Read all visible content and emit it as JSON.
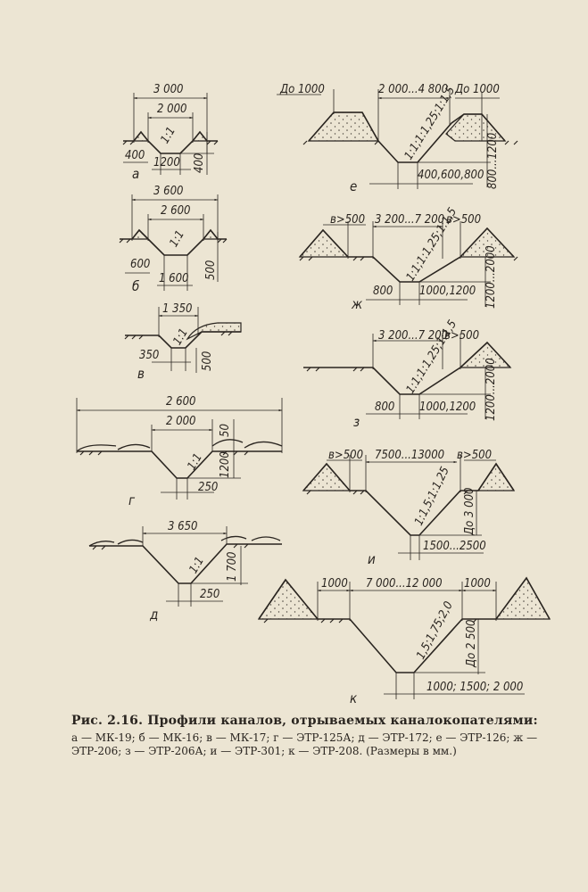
{
  "figure": {
    "caption_title": "Рис. 2.16. Профили каналов, отрываемых каналокопателями:",
    "caption_body": "а — МК-19; б — МК-16; в — МК-17; г — ЭТР-125А; д — ЭТР-172; е — ЭТР-126; ж — ЭТР-206; з — ЭТР-206А; и — ЭТР-301; к — ЭТР-208. (Размеры в мм.)"
  },
  "profiles": {
    "a": {
      "label": "а",
      "top_width": "3 000",
      "ditch_width": "2 000",
      "slope": "1:1",
      "spoil": "400",
      "bottom": "1200",
      "depth": "400"
    },
    "b": {
      "label": "б",
      "top_width": "3 600",
      "ditch_width": "2 600",
      "slope": "1:1",
      "spoil": "600",
      "bottom": "1 600",
      "depth": "500"
    },
    "v": {
      "label": "в",
      "top_width": "1 350",
      "slope": "1:1",
      "spoil": "350",
      "depth": "500"
    },
    "g": {
      "label": "г",
      "total_width": "2 600",
      "ditch_width": "2 000",
      "slope": "1:1",
      "embankment": "50",
      "depth": "1200",
      "bottom": "250"
    },
    "d": {
      "label": "д",
      "top_width": "3 650",
      "slope": "1:1",
      "depth": "1 700",
      "bottom": "250"
    },
    "e": {
      "label": "е",
      "berm_left": "До 1000",
      "top_width": "2 000...4 800",
      "berm_right": "До 1000",
      "slopes": "1:1;1:1,25;1:1,5",
      "bottom": "400,600,800",
      "depth": "800...1200"
    },
    "zh": {
      "label": "ж",
      "berm_left": "в>500",
      "top_width": "3 200...7 200",
      "berm_right": "в>500",
      "slopes": "1:1;1:1,25;1:1,5",
      "bottom_left": "800",
      "bottom": "1000,1200",
      "depth": "1200...2000"
    },
    "z": {
      "label": "з",
      "top_width": "3 200...7 200",
      "berm_right": "в>500",
      "slopes": "1:1;1:1,25;1:1,5",
      "bottom_left": "800",
      "bottom": "1000,1200",
      "depth": "1200...2000"
    },
    "i": {
      "label": "и",
      "berm_left": "в>500",
      "top_width": "7500...13000",
      "berm_right": "в>500",
      "slopes": "1:1,5;1:1,25",
      "depth": "До 3 000",
      "bottom": "1500...2500"
    },
    "k": {
      "label": "к",
      "berm_left": "1000",
      "top_width": "7 000...12 000",
      "berm_right": "1000",
      "slopes": "1,5;1,75;2,0",
      "depth": "До 2 500",
      "bottom": "1000; 1500; 2 000"
    }
  },
  "colors": {
    "paper": "#ece5d3",
    "ink": "#2a2520",
    "dots": "#4a443c"
  }
}
